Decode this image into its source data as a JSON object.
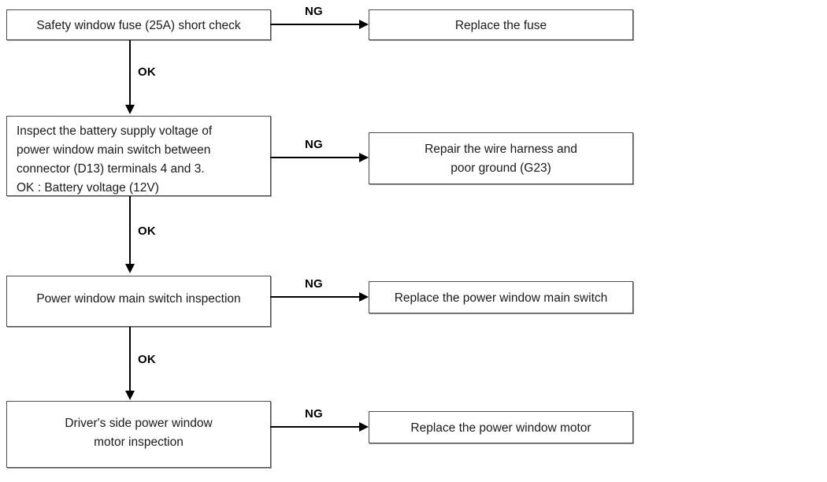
{
  "diagram": {
    "title": "Power window troubleshooting flowchart",
    "type": "flowchart",
    "colors": {
      "box_border": "#4d4d4d",
      "box_shadow": "#9a9a9a",
      "connector": "#000000",
      "text": "#1a1a1a",
      "background": "#ffffff"
    },
    "nodes": {
      "fuse_check": "Safety window fuse (25A) short check",
      "replace_fuse": "Replace the fuse",
      "battery_voltage": "Inspect the battery supply voltage of\npower window main switch between\nconnector (D13) terminals 4 and 3.\nOK : Battery voltage (12V)",
      "repair_harness": "Repair the wire harness and\npoor ground (G23)",
      "main_switch_inspect": "Power window main switch inspection",
      "replace_main_switch": "Replace the power window main switch",
      "motor_inspect": "Driver's side power window\nmotor  inspection",
      "replace_motor": "Replace the power window motor"
    },
    "edge_labels": {
      "ng_1": "NG",
      "ng_2": "NG",
      "ng_3": "NG",
      "ng_4": "NG",
      "ok_1": "OK",
      "ok_2": "OK",
      "ok_3": "OK"
    }
  }
}
